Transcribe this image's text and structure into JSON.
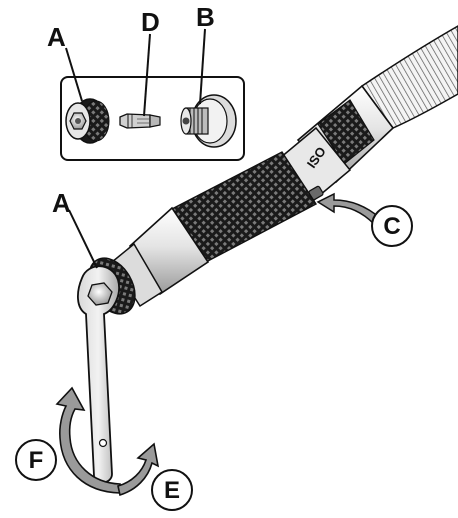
{
  "labels": {
    "inset_a": "A",
    "inset_d": "D",
    "inset_b": "B",
    "main_a": "A",
    "callout_c": "C",
    "callout_f": "F",
    "callout_e": "E"
  },
  "handle_marking": "ISO",
  "colors": {
    "ink": "#111111",
    "background": "#ffffff",
    "metal_light": "#eeeeee",
    "metal_mid": "#c8c8c8",
    "metal_dark": "#8a8a8a",
    "grip": "#1a1a1a",
    "arrow_gray": "#9a9a9a"
  }
}
